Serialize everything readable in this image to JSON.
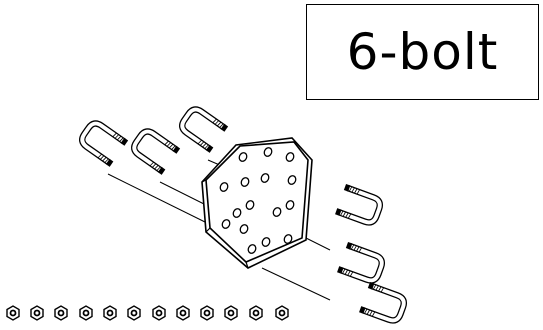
{
  "figure": {
    "label": "6-bolt"
  },
  "parts": {
    "u_bolt_count": 6,
    "nut_count": 12,
    "mounting_plate": "mounting-plate"
  },
  "colors": {
    "line": "#000000",
    "label_border": "#000000",
    "background": "#ffffff"
  }
}
